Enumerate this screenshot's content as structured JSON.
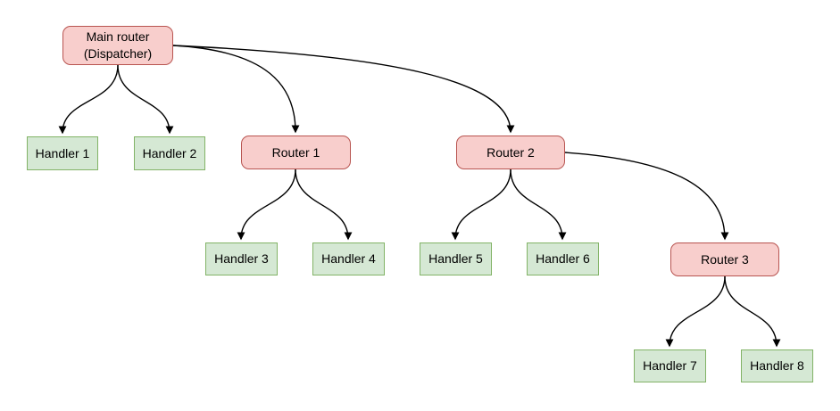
{
  "diagram": {
    "type": "flowchart",
    "background": "#ffffff",
    "colors": {
      "router_fill": "#f8cecc",
      "router_border": "#b85450",
      "handler_fill": "#d5e8d4",
      "handler_border": "#82b366",
      "edge": "#000000",
      "text": "#000000"
    },
    "nodes": [
      {
        "id": "main-router",
        "type": "router",
        "label": "Main router\n(Dispatcher)"
      },
      {
        "id": "handler-1",
        "type": "handler",
        "label": "Handler 1"
      },
      {
        "id": "handler-2",
        "type": "handler",
        "label": "Handler 2"
      },
      {
        "id": "router-1",
        "type": "router",
        "label": "Router 1"
      },
      {
        "id": "router-2",
        "type": "router",
        "label": "Router 2"
      },
      {
        "id": "handler-3",
        "type": "handler",
        "label": "Handler 3"
      },
      {
        "id": "handler-4",
        "type": "handler",
        "label": "Handler 4"
      },
      {
        "id": "handler-5",
        "type": "handler",
        "label": "Handler 5"
      },
      {
        "id": "handler-6",
        "type": "handler",
        "label": "Handler 6"
      },
      {
        "id": "router-3",
        "type": "router",
        "label": "Router 3"
      },
      {
        "id": "handler-7",
        "type": "handler",
        "label": "Handler 7"
      },
      {
        "id": "handler-8",
        "type": "handler",
        "label": "Handler 8"
      }
    ],
    "edges": [
      {
        "from": "main-router",
        "to": "handler-1"
      },
      {
        "from": "main-router",
        "to": "handler-2"
      },
      {
        "from": "main-router",
        "to": "router-1"
      },
      {
        "from": "main-router",
        "to": "router-2"
      },
      {
        "from": "router-1",
        "to": "handler-3"
      },
      {
        "from": "router-1",
        "to": "handler-4"
      },
      {
        "from": "router-2",
        "to": "handler-5"
      },
      {
        "from": "router-2",
        "to": "handler-6"
      },
      {
        "from": "router-2",
        "to": "router-3"
      },
      {
        "from": "router-3",
        "to": "handler-7"
      },
      {
        "from": "router-3",
        "to": "handler-8"
      }
    ]
  }
}
